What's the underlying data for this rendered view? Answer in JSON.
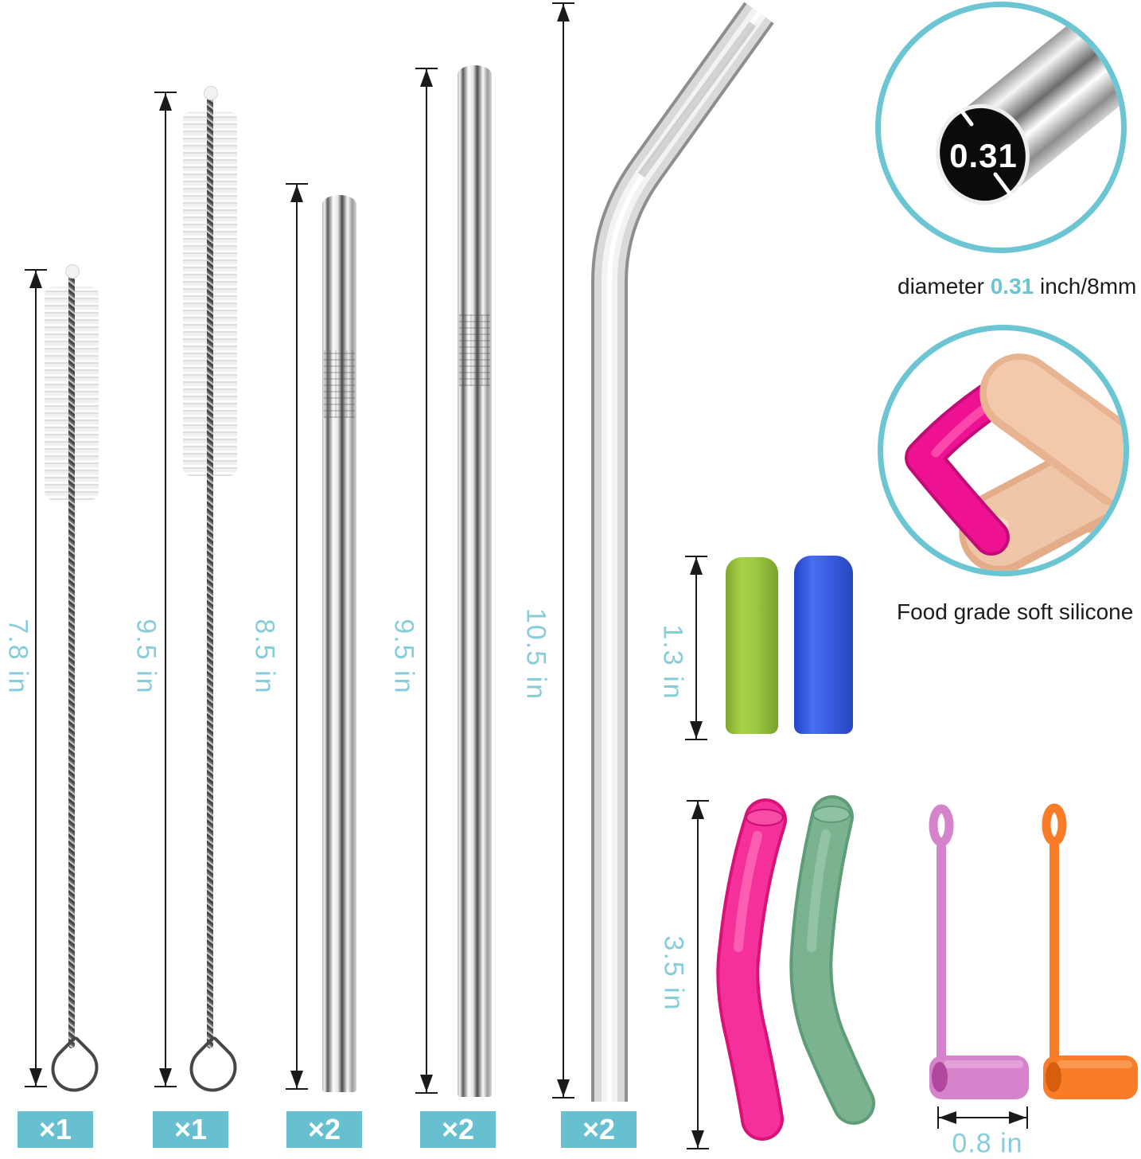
{
  "measurements": {
    "brush_short": "7.8 in",
    "brush_long": "9.5 in",
    "straw_short": "8.5 in",
    "straw_long": "9.5 in",
    "straw_bent": "10.5 in",
    "tip_short": "1.3 in",
    "tip_long": "3.5 in",
    "hook_width": "0.8 in"
  },
  "counts": [
    {
      "item": "cleaning-brush-short",
      "label": "×1"
    },
    {
      "item": "cleaning-brush-long",
      "label": "×1"
    },
    {
      "item": "straight-straw-short",
      "label": "×2"
    },
    {
      "item": "straight-straw-long",
      "label": "×2"
    },
    {
      "item": "bent-straw",
      "label": "×2"
    }
  ],
  "callouts": {
    "diameter": {
      "prefix": "diameter ",
      "value": "0.31",
      "suffix": " inch/8mm"
    },
    "silicone": "Food grade soft silicone"
  },
  "colors": {
    "accent_teal": "#66c0cf",
    "dimension_label": "#86cdda",
    "tip_green": "#96c33e",
    "tip_blue": "#2f52dd",
    "tip_pink": "#f5309a",
    "tip_sage": "#7bb390",
    "hook_orchid": "#d583ca",
    "hook_orange": "#f97c28",
    "silicone_demo_pink": "#ee1192"
  }
}
